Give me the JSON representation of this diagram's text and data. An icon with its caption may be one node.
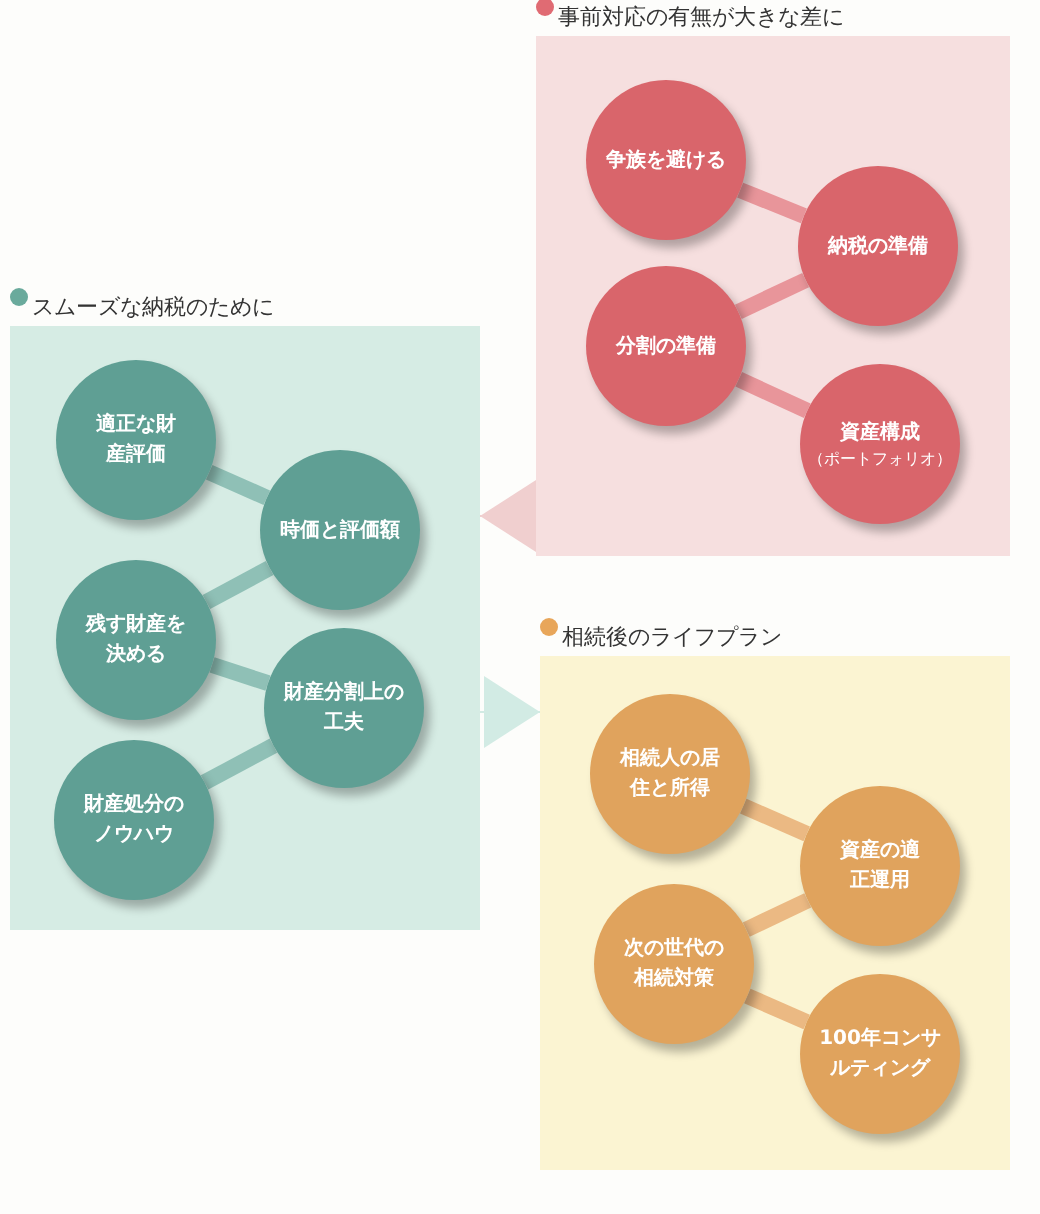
{
  "diagram": {
    "nodes": [
      {
        "text": [
          "事前対応の有無が大きな差に"
        ]
      },
      {
        "text": [
          "争族を避ける"
        ],
        "in": 0
      },
      {
        "text": [
          "納税の準備"
        ],
        "in": 0
      },
      {
        "text": [
          "分割の準備"
        ],
        "in": 0
      },
      {
        "text": [
          "資産構成",
          "（ポートフォリオ）"
        ],
        "in": 0
      },
      {
        "text": [
          "スムーズな納税のために"
        ]
      },
      {
        "text": [
          "適正な財産評価"
        ],
        "in": 5
      },
      {
        "text": [
          "時価と評価額"
        ],
        "in": 5
      },
      {
        "text": [
          "残す財産を決める"
        ],
        "in": 5
      },
      {
        "text": [
          "財産分割上の工夫"
        ],
        "in": 5
      },
      {
        "text": [
          "財産処分のノウハウ"
        ],
        "in": 5
      },
      {
        "text": [
          "相続後のライフプラン"
        ]
      },
      {
        "text": [
          "相続人の居住と所得"
        ],
        "in": 11
      },
      {
        "text": [
          "資産の適正運用"
        ],
        "in": 11
      },
      {
        "text": [
          "次の世代の相続対策"
        ],
        "in": 11
      },
      {
        "text": [
          "100年コンサルティング"
        ],
        "in": 11
      }
    ],
    "edges": [
      {
        "from": 1,
        "to": 2,
        "arrow": "none",
        "color": "#e8959a"
      },
      {
        "from": 2,
        "to": 3,
        "arrow": "none",
        "color": "#e8959a"
      },
      {
        "from": 3,
        "to": 4,
        "arrow": "none",
        "color": "#e8959a"
      },
      {
        "from": 6,
        "to": 7,
        "arrow": "none",
        "color": "#8fc0b6"
      },
      {
        "from": 7,
        "to": 8,
        "arrow": "none",
        "color": "#8fc0b6"
      },
      {
        "from": 8,
        "to": 9,
        "arrow": "none",
        "color": "#8fc0b6"
      },
      {
        "from": 9,
        "to": 10,
        "arrow": "none",
        "color": "#8fc0b6"
      },
      {
        "from": 12,
        "to": 13,
        "arrow": "none",
        "color": "#ebb983"
      },
      {
        "from": 13,
        "to": 14,
        "arrow": "none",
        "color": "#ebb983"
      },
      {
        "from": 14,
        "to": 15,
        "arrow": "none",
        "color": "#ebb983"
      },
      {
        "from": 0,
        "to": 5,
        "arrow": "to",
        "color": "#f0cfcf"
      },
      {
        "from": 5,
        "to": 11,
        "arrow": "to",
        "color": "#d2ebe4"
      }
    ]
  }
}
